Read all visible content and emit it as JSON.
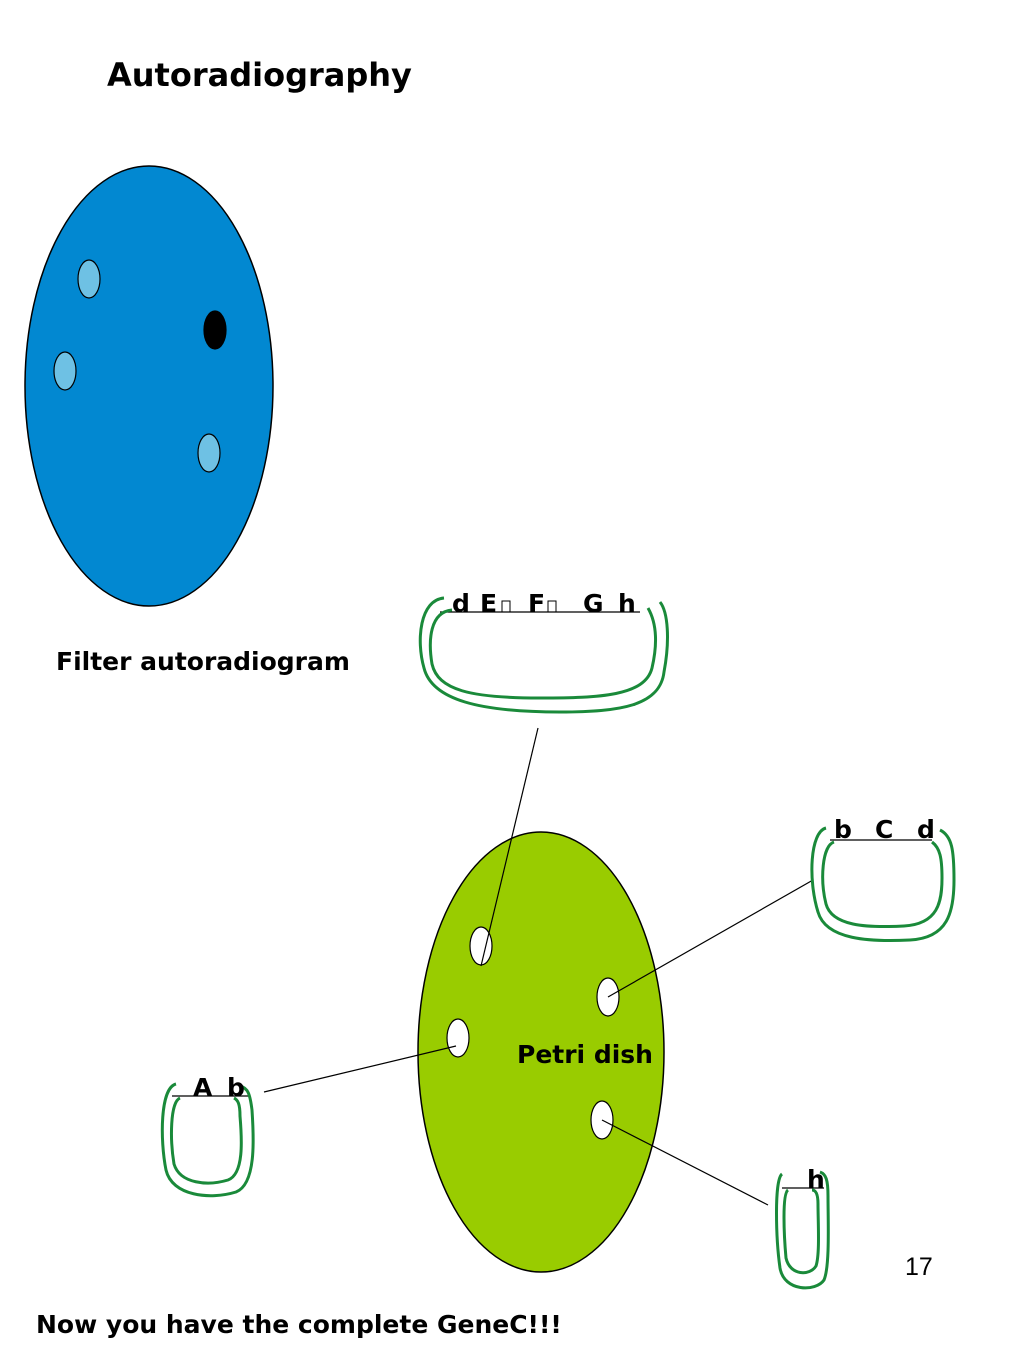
{
  "title": "Autoradiography",
  "filter_label": "Filter autoradiogram",
  "petri_label": "Petri dish",
  "footer_text": "Now you have the complete GeneC!!!",
  "page_number": "17",
  "clone_top": {
    "genes": [
      "d",
      "E",
      "F",
      "G",
      "h"
    ]
  },
  "clone_right": {
    "genes": [
      "b",
      "C",
      "d"
    ]
  },
  "clone_left": {
    "genes": [
      "A",
      "b"
    ]
  },
  "clone_small": {
    "genes": [
      "h"
    ]
  },
  "colors": {
    "filter": "#0288d1",
    "filter_spot": "#6ec1e4",
    "filter_spot_dark": "#000000",
    "petri": "#99cc00",
    "tube_outline": "#1a8a3a"
  }
}
